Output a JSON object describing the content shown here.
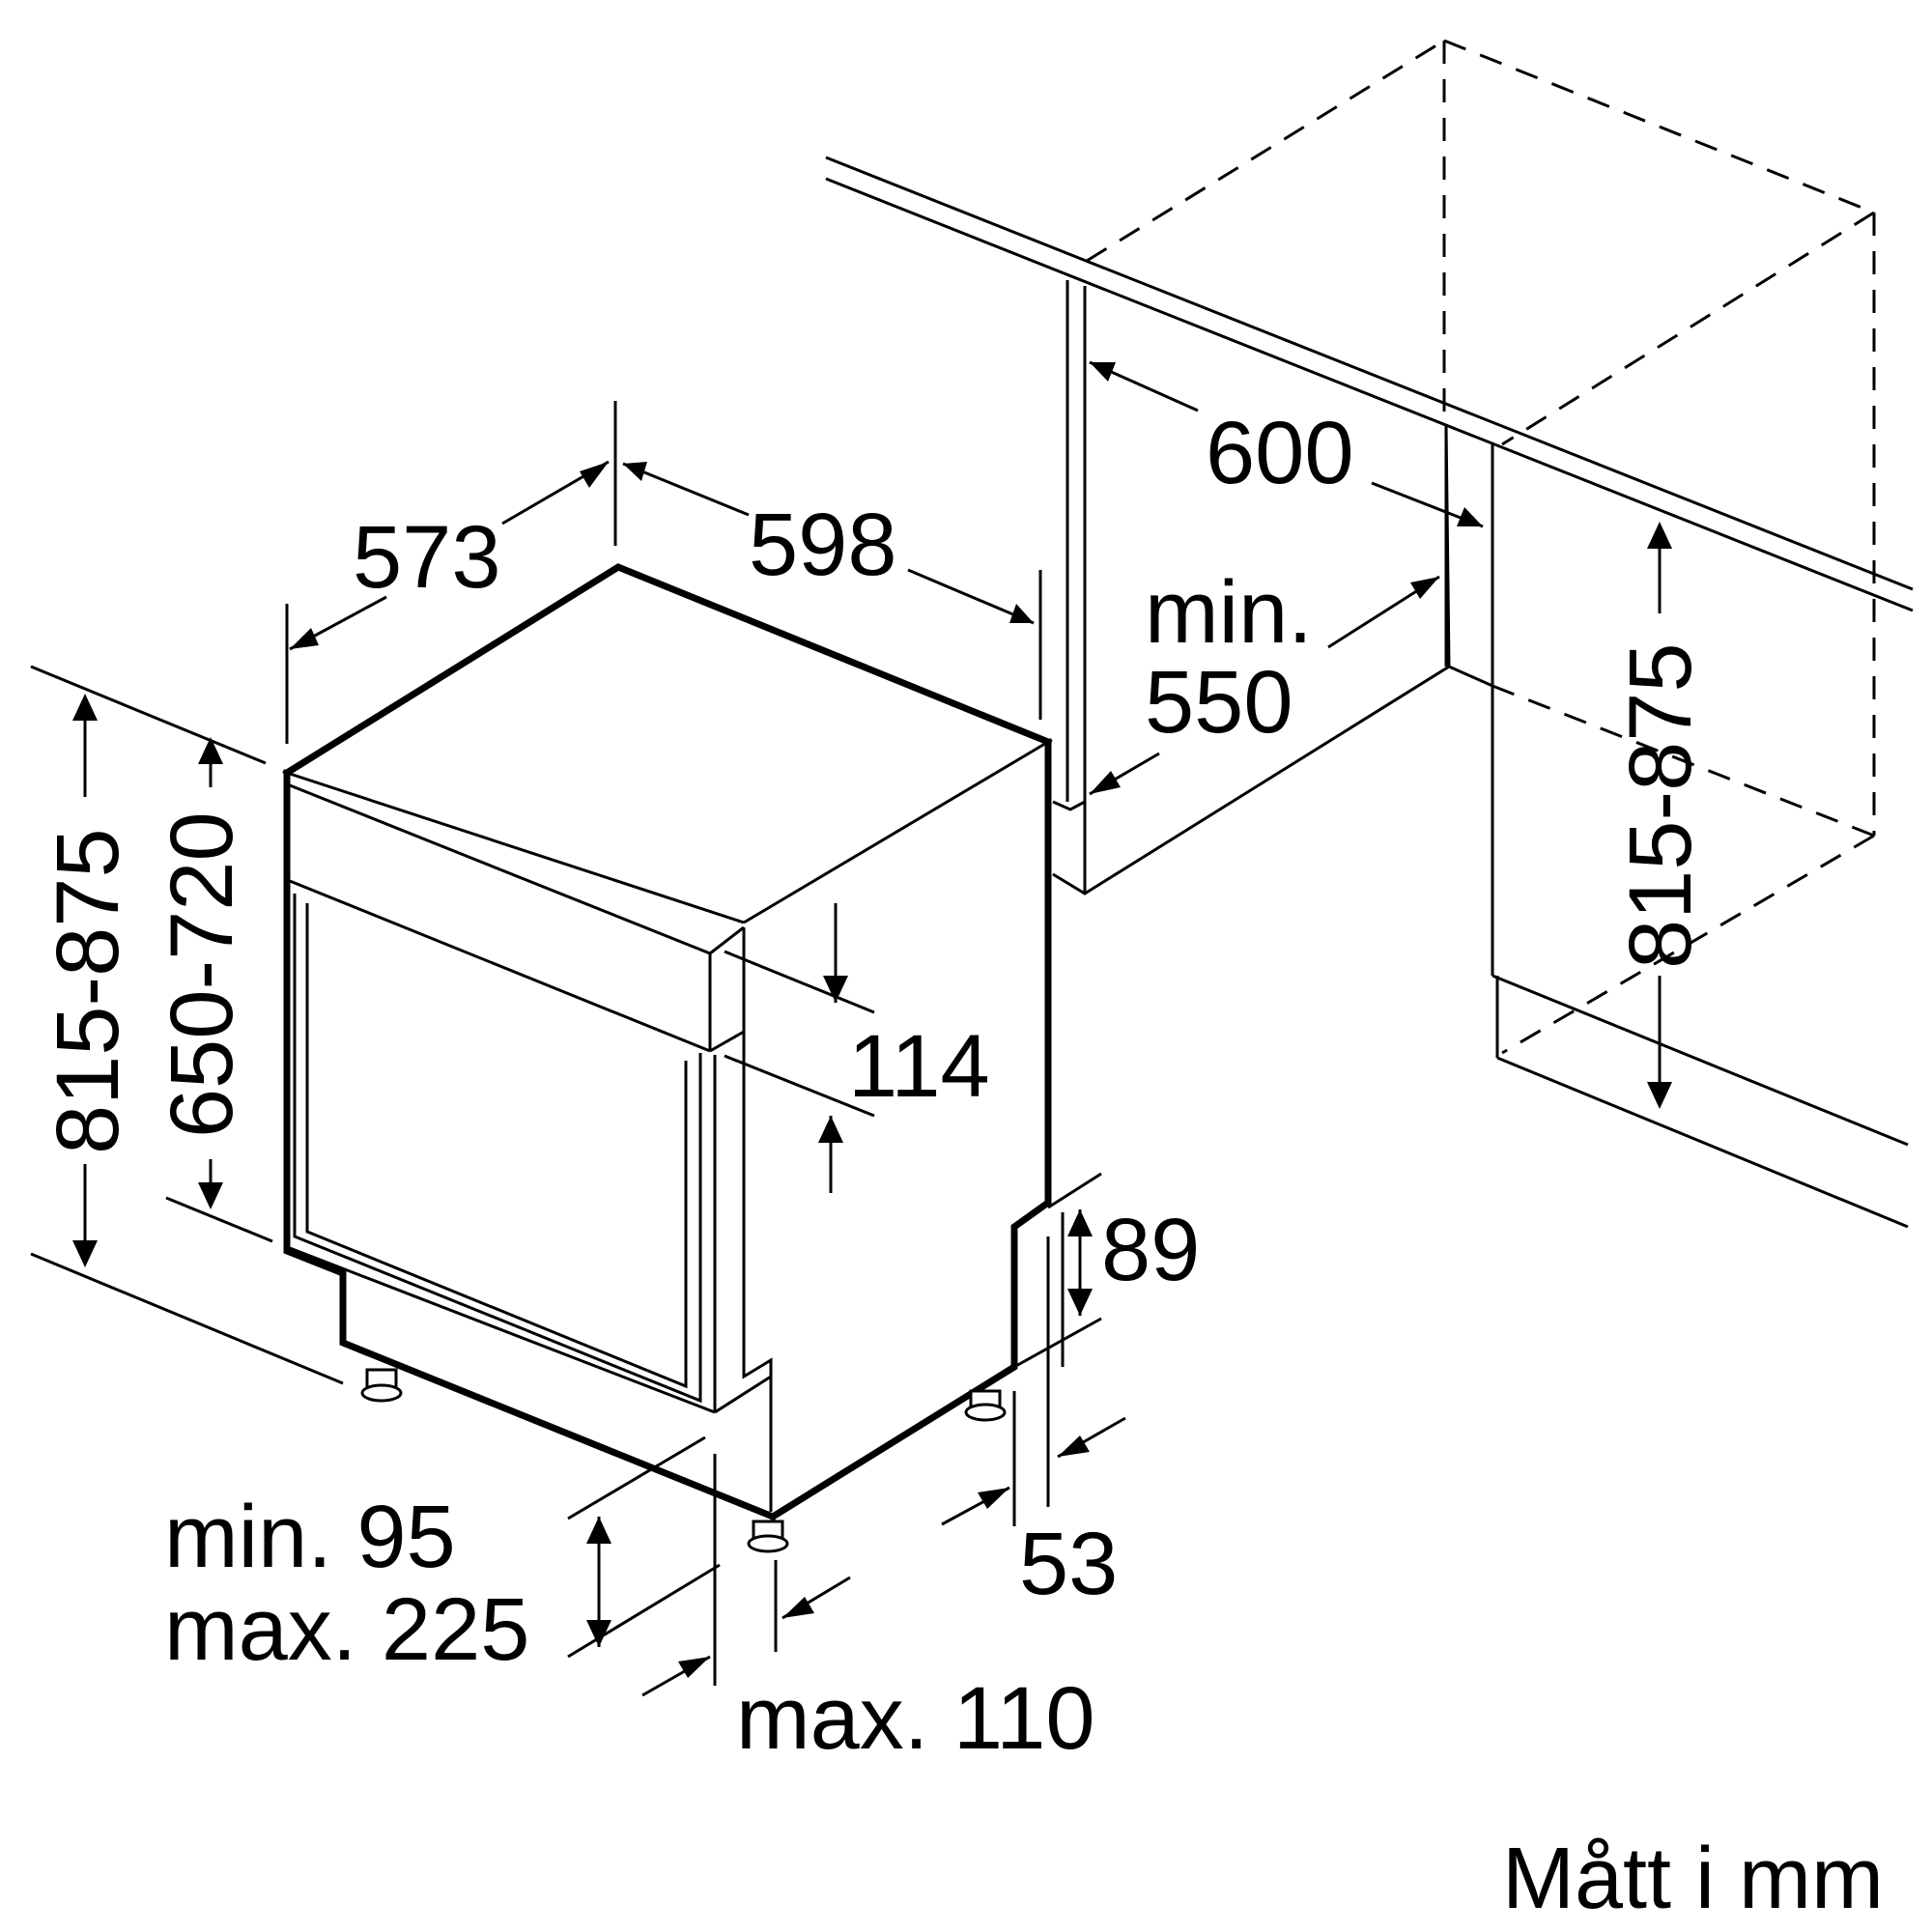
{
  "drawing": {
    "labels": {
      "depth_573": "573",
      "width_598": "598",
      "niche_depth_600": "600",
      "min_label": "min.",
      "min_depth_550": "550",
      "panel_114": "114",
      "plinth_89": "89",
      "offset_53": "53",
      "plinth_min": "min. 95",
      "plinth_max": "max. 225",
      "plinth_depth_max": "max. 110",
      "height_left": "815-875",
      "door_height": "650-720",
      "height_right": "815-875"
    },
    "caption": "Mått i mm"
  }
}
